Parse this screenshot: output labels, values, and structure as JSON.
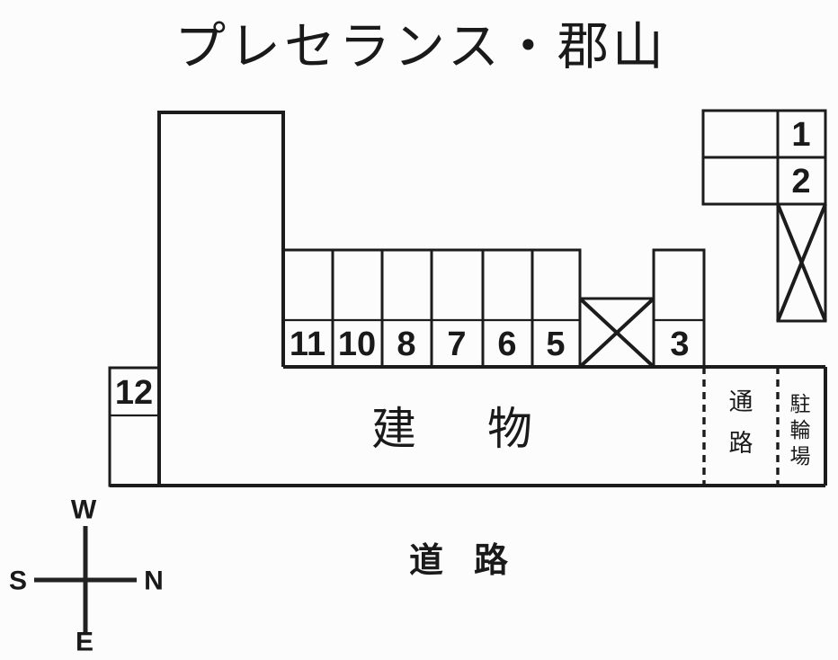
{
  "title": "プレセランス・郡山",
  "building": {
    "label": "建物",
    "chars": [
      "建",
      "物"
    ]
  },
  "road": {
    "label": "道路",
    "chars": [
      "道",
      "路"
    ]
  },
  "passage": {
    "label": "通路",
    "chars": [
      "通",
      "路"
    ]
  },
  "bicycle_parking": {
    "label": "駐輪場",
    "chars": [
      "駐",
      "輪",
      "場"
    ]
  },
  "compass": {
    "top": "W",
    "left": "S",
    "right": "N",
    "bottom": "E"
  },
  "spaces": {
    "right_column": [
      "1",
      "2"
    ],
    "middle_row": [
      "11",
      "10",
      "8",
      "7",
      "6",
      "5"
    ],
    "end_space": "3",
    "left_space": "12",
    "crossed_out_count": 2
  },
  "colors": {
    "line": "#1c1c1c",
    "background": "#fcfcfc"
  }
}
